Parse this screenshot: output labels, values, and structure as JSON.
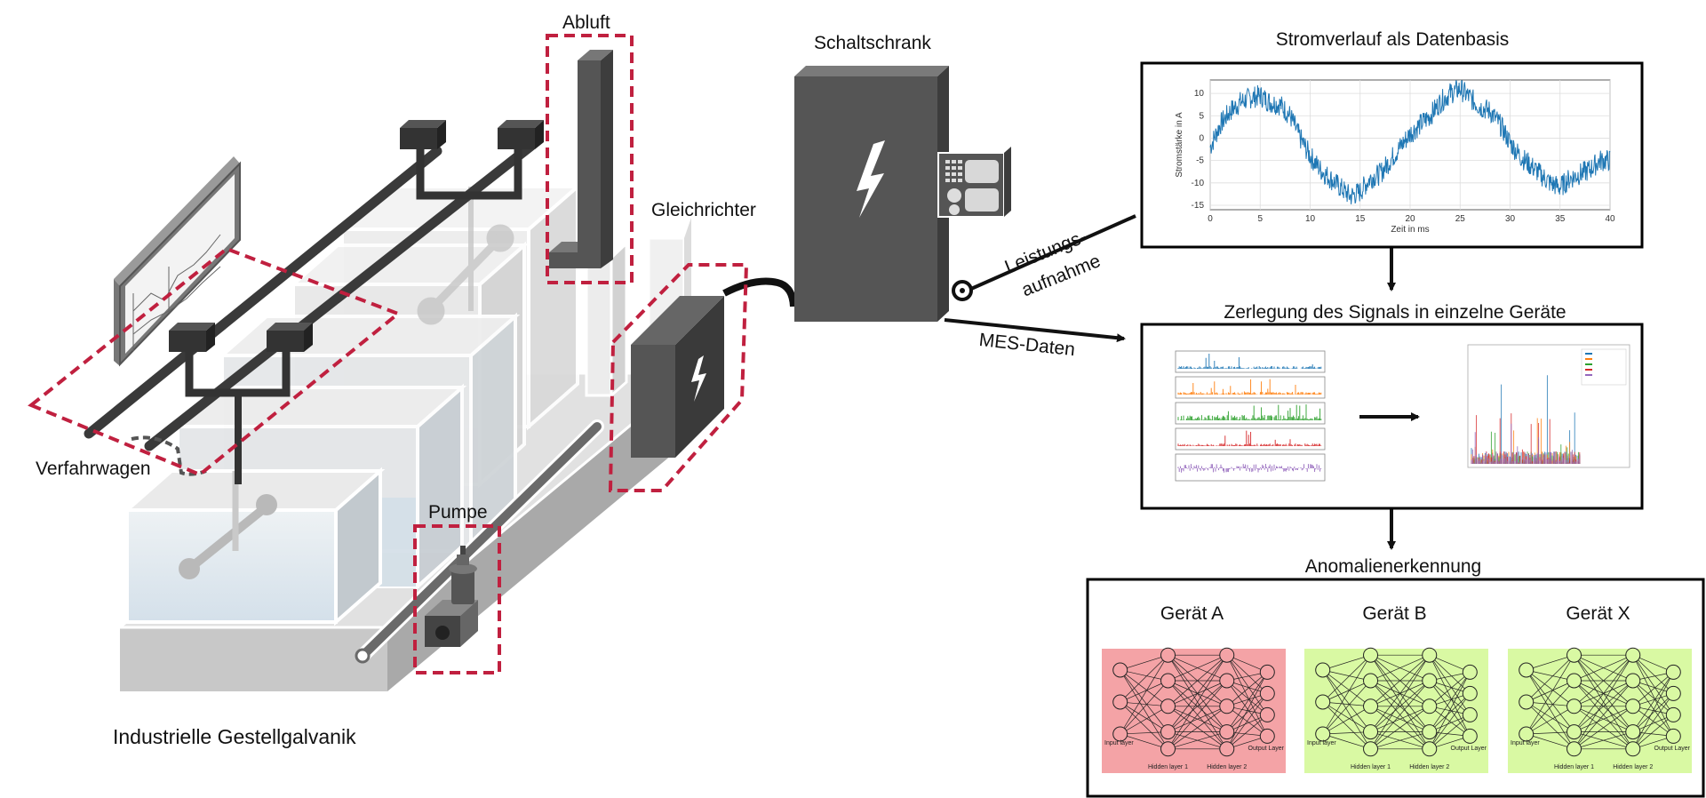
{
  "labels": {
    "abluft": "Abluft",
    "schaltschrank": "Schaltschrank",
    "gleichrichter": "Gleichrichter",
    "verfahrwagen": "Verfahrwagen",
    "pumpe": "Pumpe",
    "title_left": "Industrielle Gestellgalvanik",
    "leistungs_line1": "Leistungs-",
    "leistungs_line2": "aufnahme",
    "mes": "MES-Daten",
    "strom_title": "Stromverlauf als Datenbasis",
    "zerlegung_title": "Zerlegung des Signals in einzelne Geräte",
    "anomalie_title": "Anomalienerkennung"
  },
  "chart_data": {
    "type": "line",
    "xlabel": "Zeit in ms",
    "ylabel": "Stromstärke in A",
    "xlim": [
      0,
      40
    ],
    "ylim": [
      -16,
      13
    ],
    "xticks": [
      0,
      5,
      10,
      15,
      20,
      25,
      30,
      35,
      40
    ],
    "yticks": [
      10,
      5,
      0,
      -5,
      -10,
      -15
    ],
    "grid": true,
    "color": "#1f77b4",
    "series": [
      {
        "x": [
          0,
          1,
          2,
          3,
          4,
          5,
          6,
          7,
          8,
          9,
          10,
          11,
          12,
          13,
          14,
          15,
          16,
          17,
          18,
          19,
          20,
          21,
          22,
          23,
          24,
          25,
          26,
          27,
          28,
          29,
          30,
          31,
          32,
          33,
          34,
          35,
          36,
          37,
          38,
          39,
          40
        ],
        "y": [
          -2,
          3,
          6,
          8,
          9,
          9.5,
          8,
          7.5,
          5,
          0,
          -4,
          -7,
          -9,
          -11,
          -13,
          -12,
          -9,
          -8,
          -5,
          -2,
          1,
          3,
          5,
          8,
          10,
          11,
          9,
          7,
          6,
          3,
          -1,
          -4,
          -6,
          -8,
          -10,
          -11,
          -9,
          -8,
          -7,
          -5,
          -5
        ]
      }
    ]
  },
  "devices": [
    {
      "name": "Gerät A",
      "status_color": "#f4a3a6"
    },
    {
      "name": "Gerät B",
      "status_color": "#d9f9a3"
    },
    {
      "name": "Gerät X",
      "status_color": "#d9f9a3"
    }
  ],
  "nn_labels": {
    "input": "Input layer",
    "hidden1": "Hidden layer 1",
    "hidden2": "Hidden layer 2",
    "output": "Output Layer"
  },
  "colors": {
    "highlight_dashed": "#c0203f",
    "dark_gray": "#555555",
    "rail": "#333333"
  }
}
